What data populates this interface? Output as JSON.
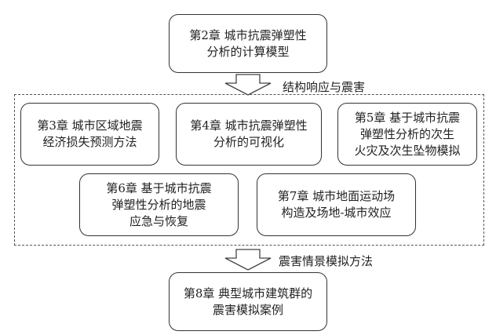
{
  "chapters": {
    "ch2": [
      "第2章  城市抗震弹塑性",
      "分析的计算模型"
    ],
    "ch3": [
      "第3章 城市区域地震",
      "经济损失预测方法"
    ],
    "ch4": [
      "第4章 城市抗震弹塑性",
      "分析的可视化"
    ],
    "ch5": [
      "第5章 基于城市抗震",
      "弹塑性分析的次生",
      "火灾及次生坠物模拟"
    ],
    "ch6": [
      "第6章  基于城市抗震",
      "弹塑性分析的地震",
      "应急与恢复"
    ],
    "ch7": [
      "第7章 城市地面运动场",
      "构造及场地-城市效应"
    ],
    "ch8": [
      "第8章 典型城市建筑群的",
      "震害模拟案例"
    ]
  },
  "arrows": {
    "first_label": "结构响应与震害",
    "second_label": "震害情景模拟方法"
  }
}
